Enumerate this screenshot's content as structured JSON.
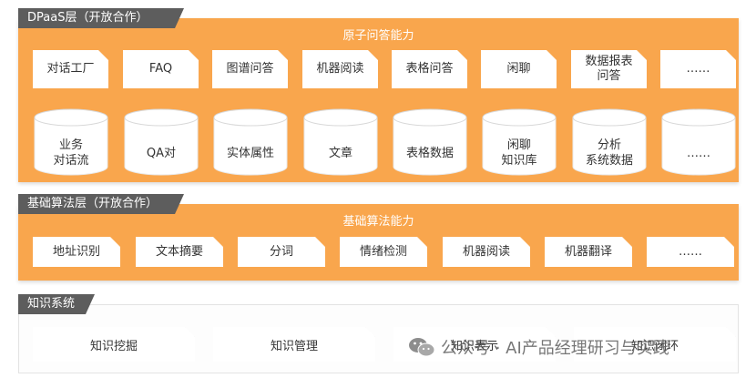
{
  "layers": {
    "dpaas": {
      "tag": "DPaaS层（开放合作）",
      "panel_title": "原子问答能力",
      "capabilities": [
        "对话工厂",
        "FAQ",
        "图谱问答",
        "机器阅读",
        "表格问答",
        "闲聊",
        "数据报表\n问答",
        "……"
      ],
      "datastores": [
        "业务\n对话流",
        "QA对",
        "实体属性",
        "文章",
        "表格数据",
        "闲聊\n知识库",
        "分析\n系统数据",
        "……"
      ]
    },
    "algorithm": {
      "tag": "基础算法层（开放合作）",
      "panel_title": "基础算法能力",
      "capabilities": [
        "地址识别",
        "文本摘要",
        "分词",
        "情绪检测",
        "机器阅读",
        "机器翻译",
        "……"
      ]
    },
    "knowledge": {
      "tag": "知识系统",
      "items": [
        "知识挖掘",
        "知识管理",
        "知识表示",
        "知识闭环"
      ]
    }
  },
  "watermark": {
    "text": "公众号 · AI产品经理研习与实践",
    "icon": "wechat-icon"
  },
  "colors": {
    "panel": "#f9a64d",
    "tag_bg": "#5d5d5d",
    "card": "#ffffff"
  }
}
